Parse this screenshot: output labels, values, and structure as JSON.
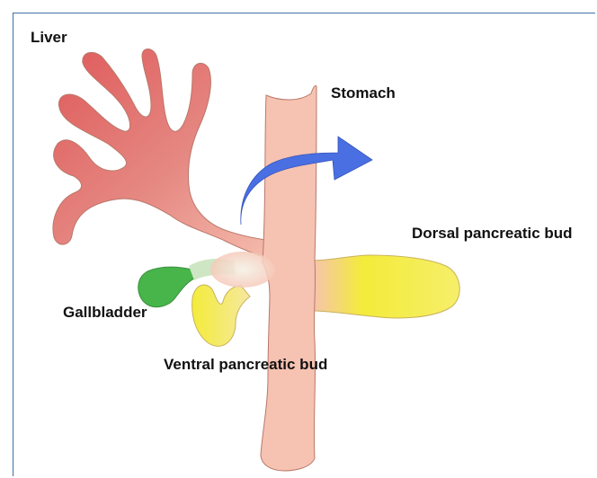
{
  "labels": {
    "liver": "Liver",
    "stomach": "Stomach",
    "dorsal": "Dorsal pancreatic bud",
    "gallbladder": "Gallbladder",
    "ventral": "Ventral pancreatic bud"
  },
  "colors": {
    "liver": "#de5a5a",
    "gut": "#f6c2b1",
    "gallbladder": "#47b54a",
    "pancreas": "#f3ec3a",
    "arrow": "#4a6fe3",
    "outline": "#b9786a",
    "frame": "#3f6ea8"
  }
}
